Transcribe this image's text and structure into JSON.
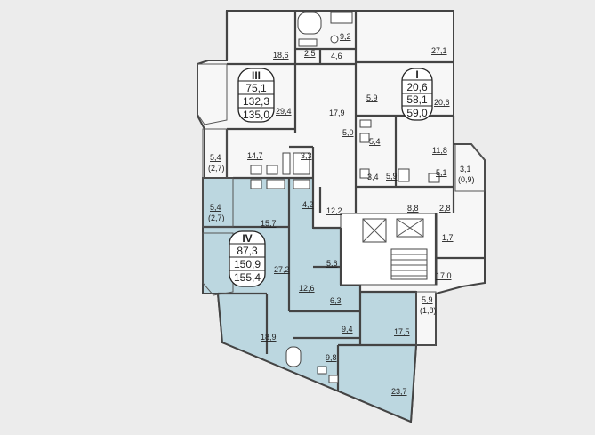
{
  "colors": {
    "background": "#ececec",
    "selected_apartment": "#bcd7e0",
    "walls": "#444444"
  },
  "apartments": [
    {
      "id": "III",
      "areas": [
        "75,1",
        "132,3",
        "135,0"
      ]
    },
    {
      "id": "I",
      "areas": [
        "20,6",
        "58,1",
        "59,0"
      ]
    },
    {
      "id": "IV",
      "areas": [
        "87,3",
        "150,9",
        "155,4"
      ],
      "highlighted": true
    }
  ],
  "rooms": {
    "r_18_6": "18,6",
    "r_2_5": "2,5",
    "r_4_6": "4,6",
    "r_9_2": "9,2",
    "r_27_1": "27,1",
    "r_29_4": "29,4",
    "r_17_9": "17,9",
    "r_5_0": "5,0",
    "r_5_9a": "5,9",
    "r_20_6": "20,6",
    "r_5_4": "5,4",
    "r_11_8": "11,8",
    "r_5_1": "5,1",
    "r_3_1": "3,1",
    "r_0_9": "(0,9)",
    "r_5_4_bal1": "5,4",
    "r_2_7_bal1": "(2,7)",
    "r_14_7": "14,7",
    "r_3_3": "3,3",
    "r_3_4": "3,4",
    "r_5_9b": "5,9",
    "r_5_4_bal2": "5,4",
    "r_2_7_bal2": "(2,7)",
    "r_15_7": "15,7",
    "r_4_2": "4,2",
    "r_12_2": "12,2",
    "r_8_8": "8,8",
    "r_2_8": "2,8",
    "r_1_7": "1,7",
    "r_27_2": "27,2",
    "r_5_6": "5,6",
    "r_12_6": "12,6",
    "r_6_3": "6,3",
    "r_17_0": "17,0",
    "r_5_9c": "5,9",
    "r_1_8": "(1,8)",
    "r_18_9": "18,9",
    "r_9_4": "9,4",
    "r_17_5": "17,5",
    "r_9_8": "9,8",
    "r_23_7": "23,7"
  }
}
